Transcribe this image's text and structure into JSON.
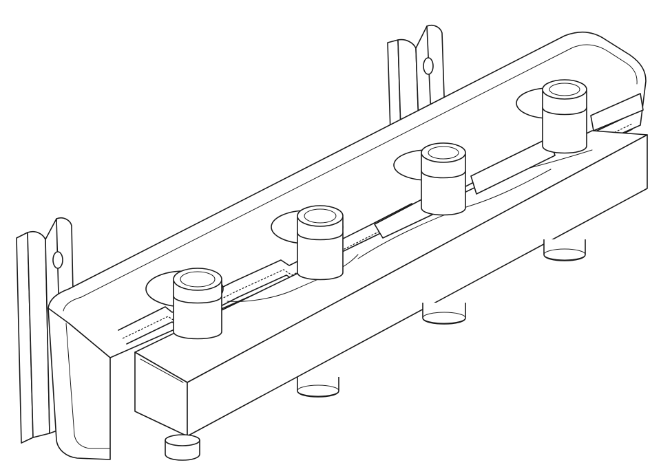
{
  "diagram": {
    "subject": "hydraulic-manifold-with-wall-brackets",
    "top_connector_count": 4,
    "bottom_connector_count": 4,
    "bracket_count": 2
  }
}
